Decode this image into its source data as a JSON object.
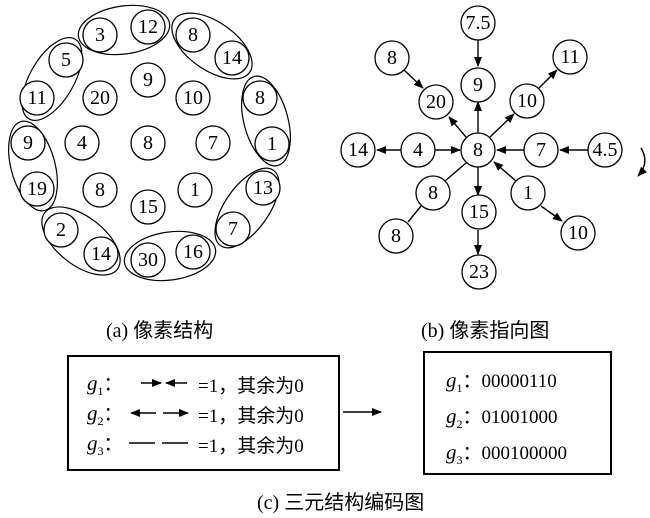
{
  "panel_a": {
    "caption": "(a) 像素结构",
    "center_value": "8",
    "inner_ring": [
      "9",
      "10",
      "7",
      "1",
      "15",
      "8",
      "4",
      "20"
    ],
    "outer_groups": [
      [
        "3",
        "12"
      ],
      [
        "8",
        "14"
      ],
      [
        "8",
        "1"
      ],
      [
        "13",
        "7"
      ],
      [
        "16",
        "30"
      ],
      [
        "2",
        "14"
      ],
      [
        "9",
        "19"
      ],
      [
        "5",
        "11"
      ]
    ]
  },
  "panel_b": {
    "caption": "(b) 像素指向图",
    "center_value": "8",
    "nodes": {
      "top_outer": "7.5",
      "top_inner": "9",
      "tl_outer": "8",
      "tl_inner": "20",
      "tr_outer": "11",
      "tr_inner": "10",
      "left_outer": "14",
      "left_inner": "4",
      "right_inner": "7",
      "right_outer": "4.5",
      "bl_inner": "8",
      "bl_outer": "8",
      "bottom_inner": "15",
      "bottom_outer": "23",
      "br_inner": "1",
      "br_outer": "10"
    },
    "rotation_hint_icon": "clockwise-arrow"
  },
  "panel_c": {
    "caption": "(c) 三元结构编码图",
    "rules": [
      {
        "symbol": "g",
        "sub": "1",
        "pattern": "→ ←",
        "text": "=1，其余为0"
      },
      {
        "symbol": "g",
        "sub": "2",
        "pattern": "← →",
        "text": "=1，其余为0"
      },
      {
        "symbol": "g",
        "sub": "3",
        "pattern": "— —",
        "text": "=1，其余为0"
      }
    ],
    "codes": [
      {
        "symbol": "g",
        "sub": "1",
        "code": "00000110"
      },
      {
        "symbol": "g",
        "sub": "2",
        "code": "01001000"
      },
      {
        "symbol": "g",
        "sub": "3",
        "code": "000100000"
      }
    ],
    "separator": "："
  }
}
